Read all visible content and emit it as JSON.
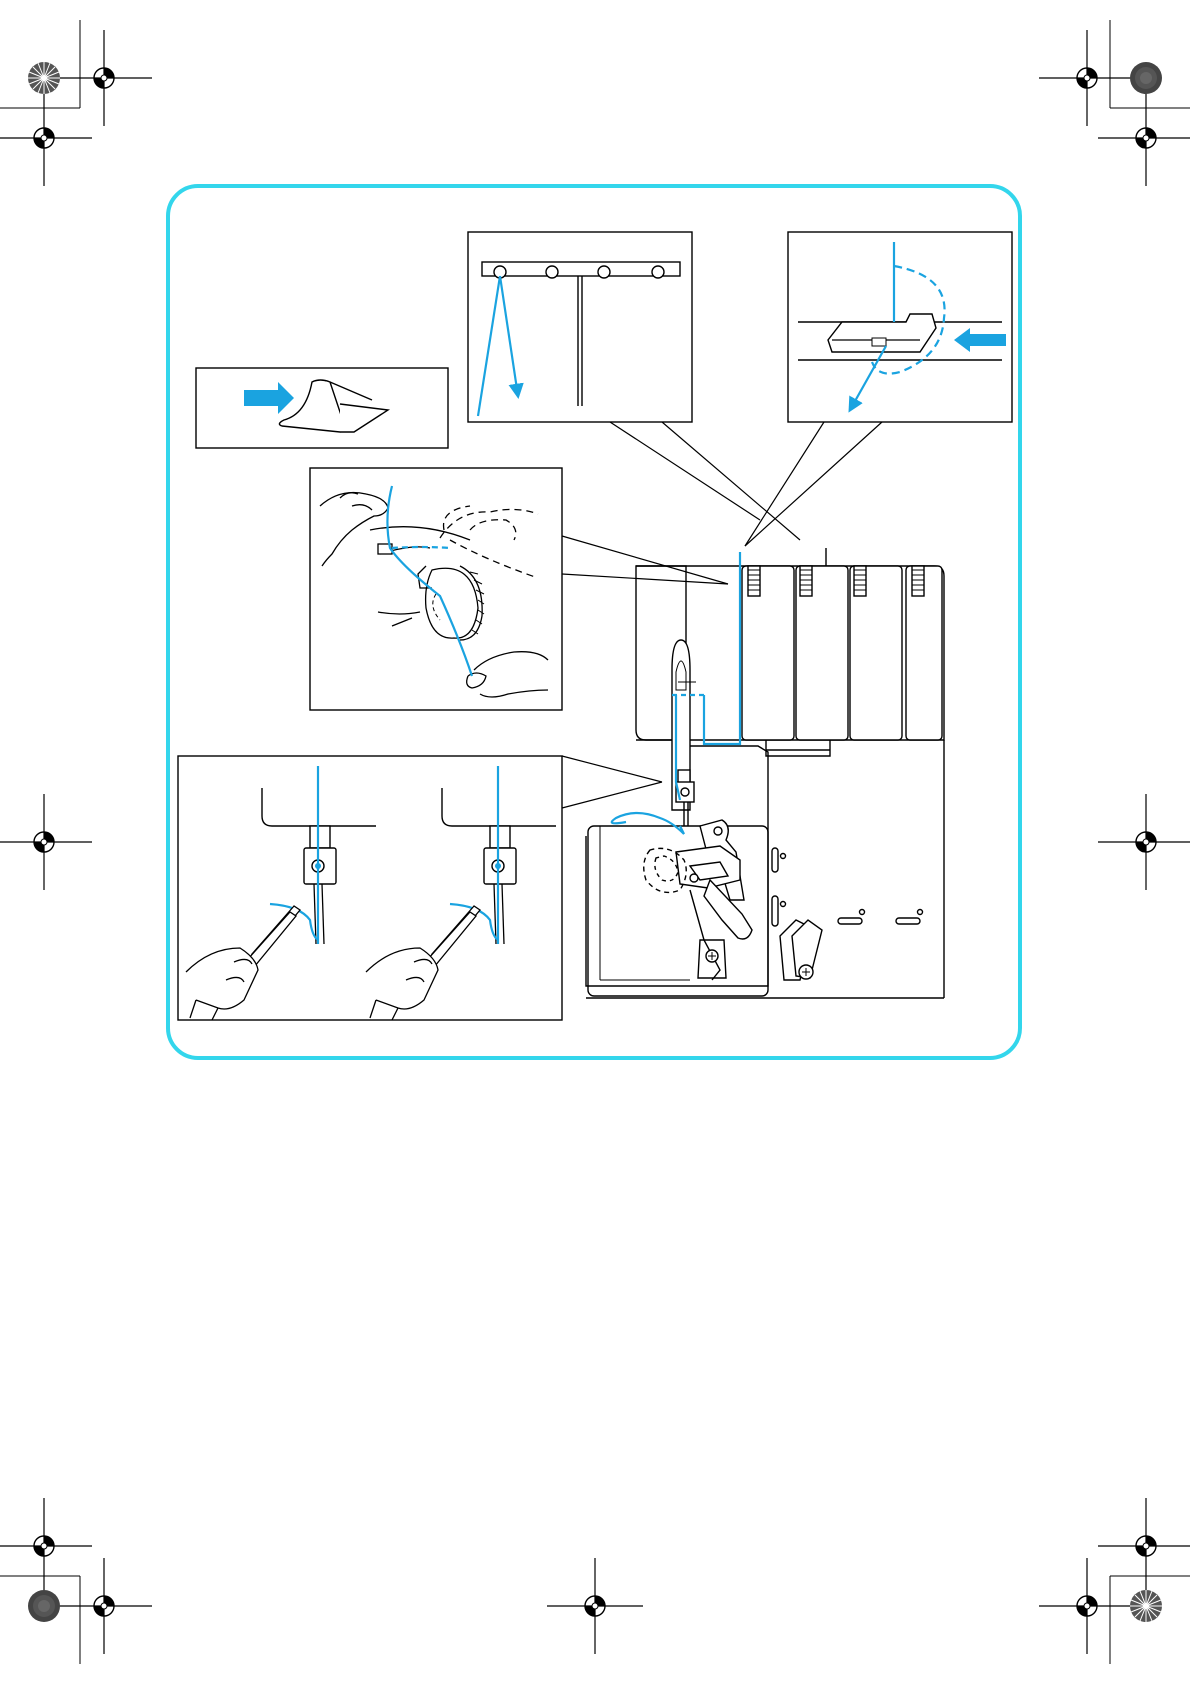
{
  "page": {
    "kind": "serger threading illustration (upper looper threading, no printed text)"
  },
  "colors": {
    "frame": "#33d6ec",
    "thread": "#1aa3e0",
    "line": "#000000",
    "paper": "#ffffff"
  },
  "icons": {
    "registration_mark": "crosshair-registration-icon",
    "color_target": "radial-color-target-icon",
    "direction_arrow": "blue-arrow-icon"
  },
  "insets": {
    "tweezers_step": "needle-eye-threading-with-tweezers",
    "thread_guide_step": "thread-guide-bar",
    "tension_step": "tension-disc-threading",
    "cutter_step": "thread-cutter-pull",
    "arrow_step": "insert-arrow-into-guide"
  }
}
